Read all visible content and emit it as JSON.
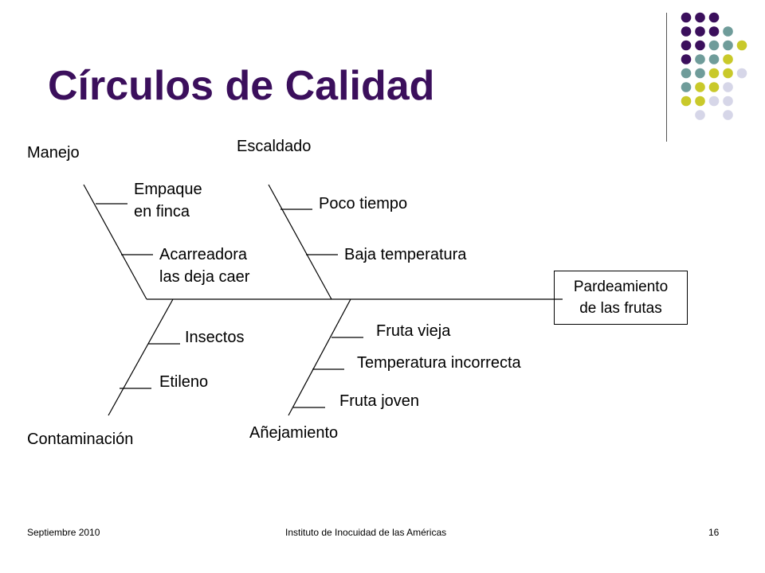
{
  "slide": {
    "title": "Círculos de Calidad",
    "effect": "Pardeamiento\nde las frutas",
    "categories": {
      "manejo": "Manejo",
      "escaldado": "Escaldado",
      "contaminacion": "Contaminación",
      "anejamiento": "Añejamiento"
    },
    "causes": {
      "empaque": "Empaque",
      "en_finca": "en finca",
      "acarreadora": "Acarreadora",
      "las_deja_caer": "las deja caer",
      "poco_tiempo": "Poco tiempo",
      "baja_temperatura": "Baja temperatura",
      "insectos": "Insectos",
      "etileno": "Etileno",
      "fruta_vieja": "Fruta vieja",
      "temperatura_incorrecta": "Temperatura incorrecta",
      "fruta_joven": "Fruta joven"
    }
  },
  "footer": {
    "date": "Septiembre 2010",
    "institution": "Instituto de Inocuidad de las Américas",
    "page": "16"
  },
  "colors": {
    "title": "#3b0f5c",
    "dot_purple": "#3b0f5c",
    "dot_teal": "#6f9c9a",
    "dot_yellow": "#c9c92a",
    "dot_lavender": "#d6d6e8"
  }
}
